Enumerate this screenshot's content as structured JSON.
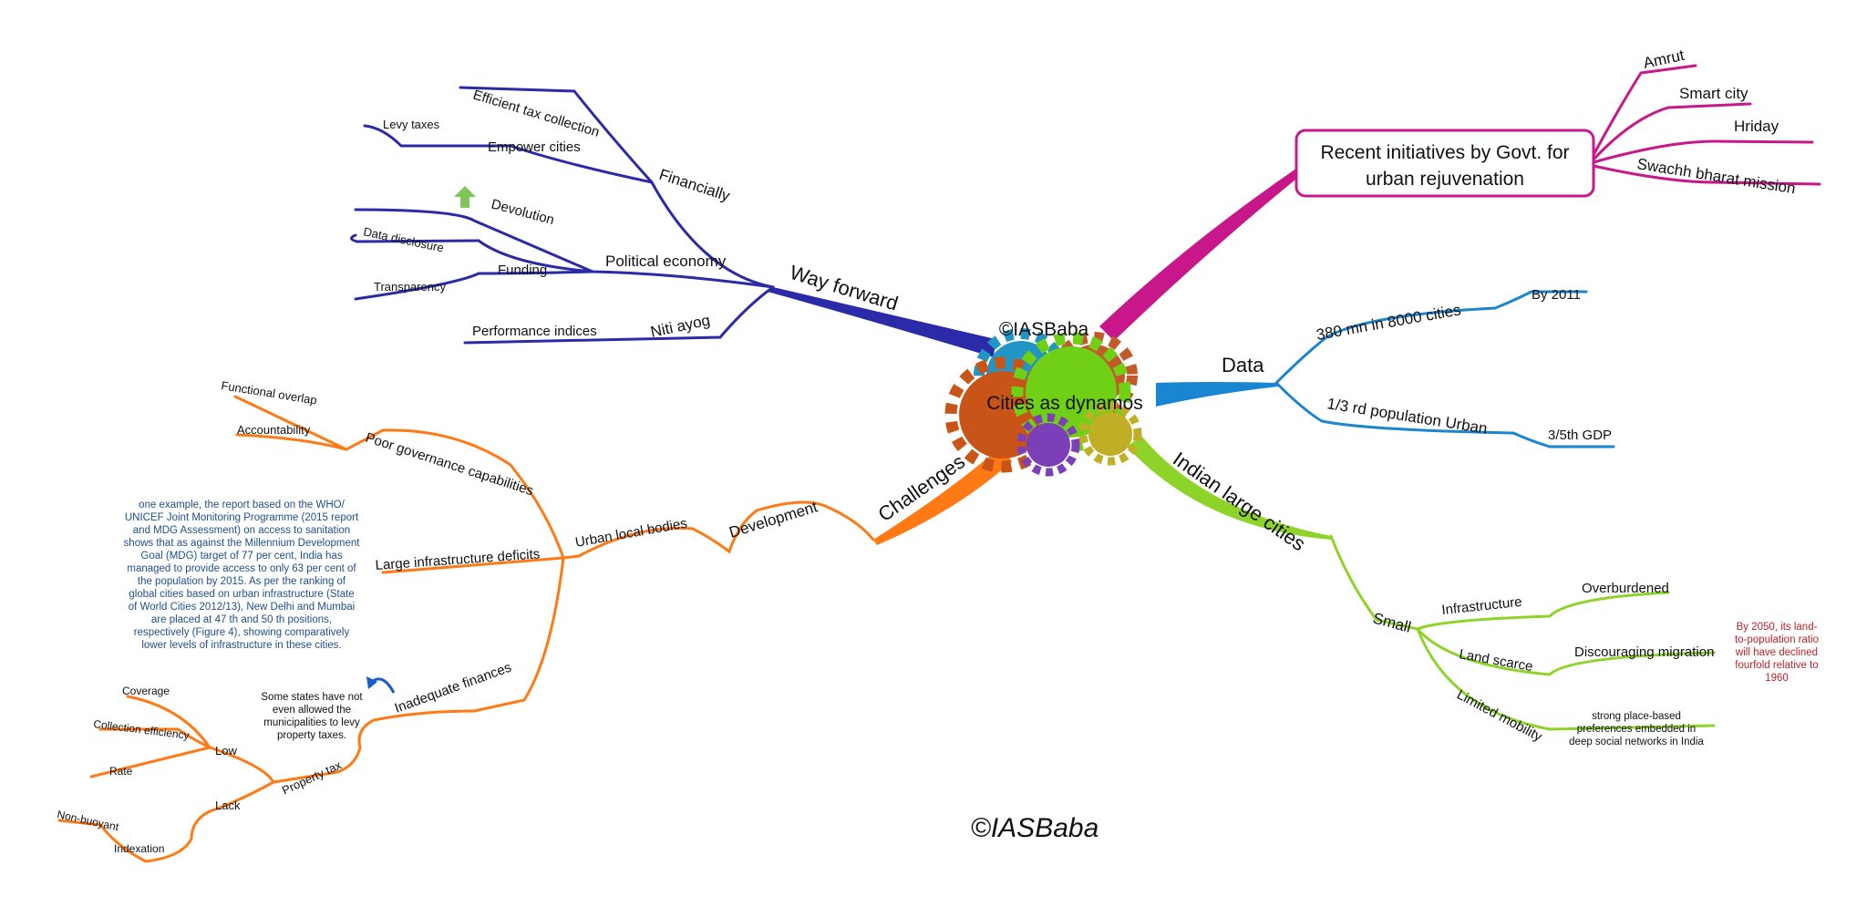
{
  "central": {
    "title": "Cities as dynamos",
    "watermark_top": "©IASBaba"
  },
  "watermark_bottom": "©IASBaba",
  "colors": {
    "way_forward": "#2b2aa8",
    "initiatives": "#c8178a",
    "data": "#1a85d0",
    "indian_large_cities": "#8ed32a",
    "challenges": "#ff7a14",
    "note_blue": "#1e4f8f",
    "note_red": "#c0202a",
    "arrow_green": "#7fc65a"
  },
  "way_forward": {
    "label": "Way forward",
    "financially": {
      "label": "Financially",
      "efficient_tax": "Efficient tax collection",
      "empower": "Empower cities",
      "levy": "Levy taxes"
    },
    "political": {
      "label": "Political economy",
      "devolution": "Devolution",
      "funding": "Funding",
      "data_disclosure": "Data disclosure",
      "transparency": "Transparency"
    },
    "niti": {
      "label": "Niti ayog",
      "performance": "Performance indices"
    }
  },
  "initiatives": {
    "label_line1": "Recent initiatives by Govt. for",
    "label_line2": "urban rejuvenation",
    "items": [
      "Amrut",
      "Smart city",
      "Hriday",
      "Swachh bharat mission"
    ]
  },
  "data_branch": {
    "label": "Data",
    "pop_cities": "380 mn in 8000 cities",
    "by_2011": "By 2011",
    "urban": "1/3 rd population Urban",
    "gdp": "3/5th GDP"
  },
  "indian_large_cities": {
    "label": "Indian large cities",
    "small": "Small",
    "infrastructure": "Infrastructure",
    "overburdened": "Overburdened",
    "land_scarce": "Land scarce",
    "discouraging": "Discouraging migration",
    "limited_mobility": "Limited mobility",
    "note_red": [
      "By 2050, its land-",
      "to-population ratio",
      "will have declined",
      "fourfold relative to",
      "1960"
    ],
    "note_mobility": [
      "strong place-based",
      "preferences embedded in",
      "deep social networks in India"
    ]
  },
  "challenges": {
    "label": "Challenges",
    "development": "Development",
    "ulb": "Urban local bodies",
    "poor_governance": "Poor governance capabilities",
    "functional_overlap": "Functional overlap",
    "accountability": "Accountability",
    "infra_deficits": "Large infrastructure deficits",
    "inadequate_finances": "Inadequate finances",
    "property_tax": "Property tax",
    "low": "Low",
    "coverage": "Coverage",
    "collection_efficiency": "Collection efficiency",
    "rate": "Rate",
    "lack": "Lack",
    "non_buoyant": "Non-buoyant",
    "indexation": "Indexation",
    "note_infra": [
      "one example, the report based on the WHO/",
      "UNICEF Joint Monitoring Programme (2015 report",
      "and MDG Assessment) on access to sanitation",
      "shows that as against the Millennium Development",
      "Goal (MDG) target of 77 per cent, India has",
      "managed to provide access to only 63 per cent of",
      "the population by 2015. As per the ranking of",
      "global cities based on urban infrastructure (State",
      "of World Cities 2012/13), New Delhi and Mumbai",
      "are placed at 47 th and 50 th positions,",
      "respectively (Figure 4), showing comparatively",
      "lower levels of infrastructure in these cities."
    ],
    "note_states": [
      "Some states have not",
      "even allowed the",
      "municipalities to levy",
      "property taxes."
    ]
  }
}
